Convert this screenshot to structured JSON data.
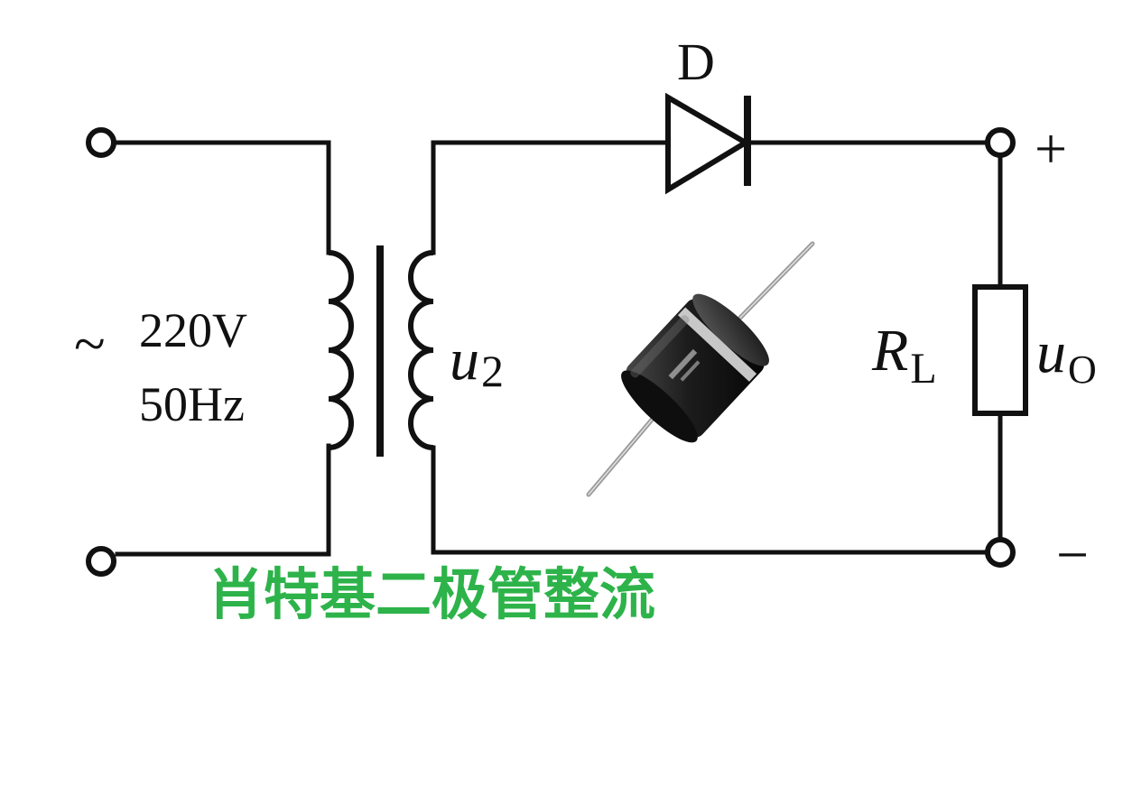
{
  "diagram": {
    "source": {
      "symbol": "~",
      "voltage": "220V",
      "frequency": "50Hz"
    },
    "transformer_secondary_label": {
      "variable": "u",
      "subscript": "2"
    },
    "diode_label": "D",
    "load_label": {
      "variable": "R",
      "subscript": "L"
    },
    "output_label": {
      "variable": "u",
      "subscript": "O"
    },
    "output_positive": "+",
    "output_negative": "−",
    "caption": "肖特基二极管整流"
  },
  "colors": {
    "line": "#111111",
    "caption": "#2db34a",
    "diode_body": "#1c1c1c",
    "diode_band": "#e8e8e8",
    "lead": "#9a9a9a"
  },
  "icons": {
    "diode_photo": "axial-diode-photo-icon"
  }
}
